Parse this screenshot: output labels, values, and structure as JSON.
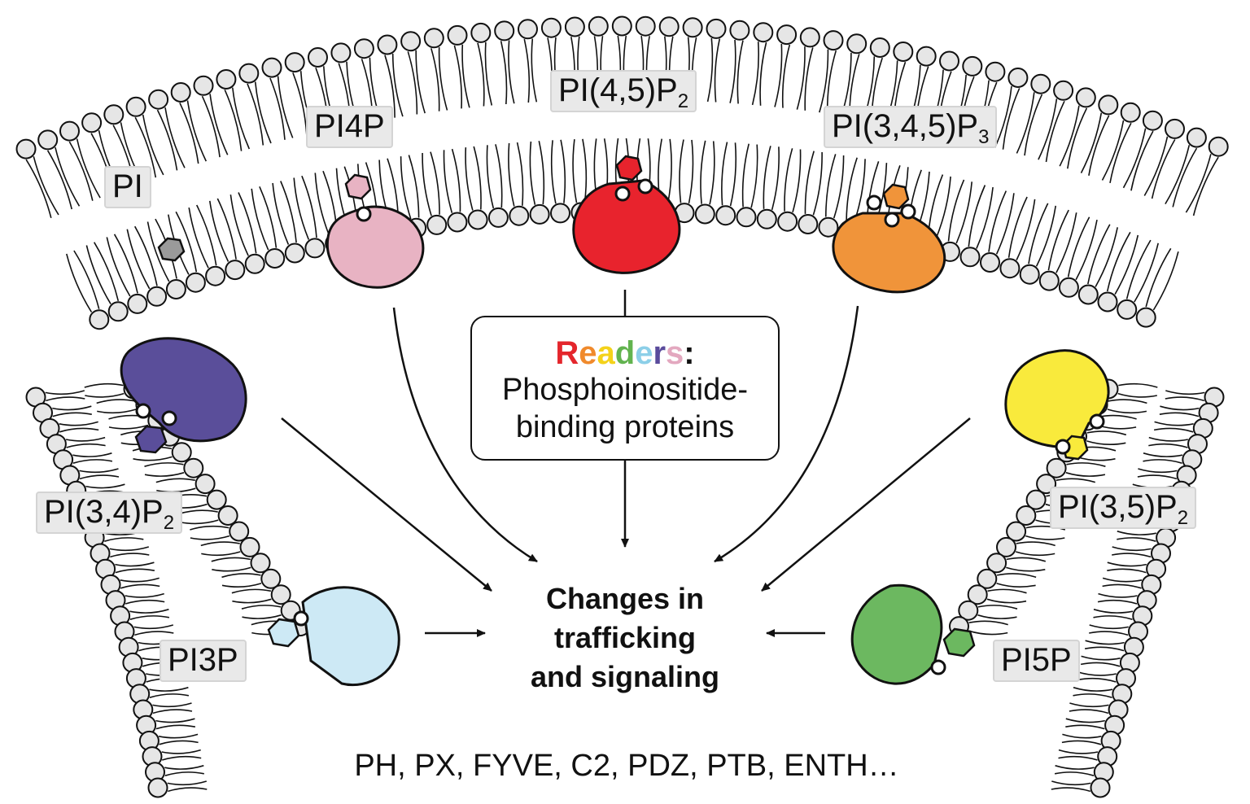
{
  "labels": {
    "pi": "PI",
    "pi4p": "PI4P",
    "pi45p2": {
      "base": "PI(4,5)P",
      "sub": "2"
    },
    "pi345p3": {
      "base": "PI(3,4,5)P",
      "sub": "3"
    },
    "pi34p2": {
      "base": "PI(3,4)P",
      "sub": "2"
    },
    "pi35p2": {
      "base": "PI(3,5)P",
      "sub": "2"
    },
    "pi3p": "PI3P",
    "pi5p": "PI5P"
  },
  "readers_box": {
    "title_letters": [
      "R",
      "e",
      "a",
      "d",
      "e",
      "r",
      "s"
    ],
    "title_colors": [
      "#e4262c",
      "#f08a2c",
      "#f4d21a",
      "#62b34f",
      "#8ccfe8",
      "#5a4b9c",
      "#e3a8bf"
    ],
    "colon": ":",
    "line1": "Phosphoinositide-",
    "line2": "binding proteins"
  },
  "center": {
    "line1": "Changes in",
    "line2": "trafficking",
    "line3": "and signaling"
  },
  "domains_text": "PH, PX, FYVE, C2, PDZ, PTB, ENTH…",
  "protein_colors": {
    "pi": "#9a9a9a",
    "pi4p": "#e8b3c3",
    "pi45p2": "#e8232d",
    "pi345p3": "#f0943a",
    "pi34p2": "#5a4e9a",
    "pi35p2": "#f9ea3c",
    "pi3p": "#cde9f5",
    "pi5p": "#6cb860"
  }
}
